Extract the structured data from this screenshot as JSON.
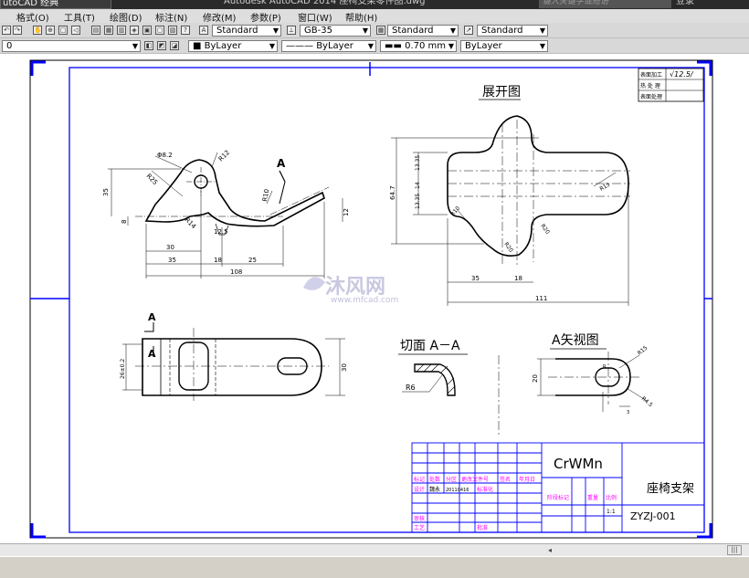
{
  "titlebar": {
    "workspace": "utoCAD 经典",
    "title": "Autodesk AutoCAD 2014   座椅支架零件图.dwg",
    "search_placeholder": "键入关键字或短语",
    "login": "登录"
  },
  "menu": {
    "items": [
      "格式(O)",
      "工具(T)",
      "绘图(D)",
      "标注(N)",
      "修改(M)",
      "参数(P)",
      "窗口(W)",
      "帮助(H)"
    ]
  },
  "toolbar1": {
    "text_style": "Standard",
    "dim_style": "GB-35",
    "table_style": "Standard",
    "mleader_style": "Standard"
  },
  "toolbar2": {
    "layer": "0",
    "color": "ByLayer",
    "linetype": "ByLayer",
    "lineweight": "0.70 mm",
    "plotstyle": "ByLayer"
  },
  "drawing": {
    "roughness_table": {
      "rows": [
        "表面加工",
        "热 处 理",
        "表面处理"
      ],
      "value": "√12.5/"
    },
    "view_titles": {
      "unfold": "展开图",
      "section": "切面 A－A",
      "view_a": "A矢视图"
    },
    "main_view": {
      "dims": [
        "Φ8.2",
        "R12",
        "R25",
        "R10",
        "35",
        "8",
        "R14",
        "12.5",
        "12",
        "30",
        "35",
        "18",
        "25",
        "108"
      ],
      "section_mark": "A"
    },
    "unfold_view": {
      "dims": [
        "64.7",
        "13.35",
        "14",
        "13.35",
        "R10",
        "R15",
        "R20",
        "R20",
        "35",
        "18",
        "111"
      ]
    },
    "top_view": {
      "dims": [
        "26±0.2",
        "30"
      ],
      "marks": [
        "A",
        "A"
      ]
    },
    "section_view": {
      "dims": [
        "R6"
      ]
    },
    "a_view": {
      "dims": [
        "20",
        "R15",
        "R4.5",
        "3",
        "R"
      ]
    },
    "title_block": {
      "material": "CrWMn",
      "part_name": "座椅支架",
      "drawing_no": "ZYZJ-001",
      "labels": [
        "标记",
        "处数",
        "分区",
        "更改文件号",
        "签名",
        "年月日",
        "设计",
        "标准化",
        "审核",
        "工艺",
        "批准",
        "阶段标记",
        "重量",
        "比例"
      ],
      "designer": "魏永",
      "date": "20110416",
      "scale": "1:1"
    },
    "watermark": {
      "name": "沐风网",
      "url": "www.mfcad.com"
    }
  },
  "colors": {
    "frame_blue": "#0000ff",
    "title_magenta": "#ff00ff",
    "geometry": "#000000",
    "center_line": "#000000",
    "watermark": "#cfcfe8"
  }
}
